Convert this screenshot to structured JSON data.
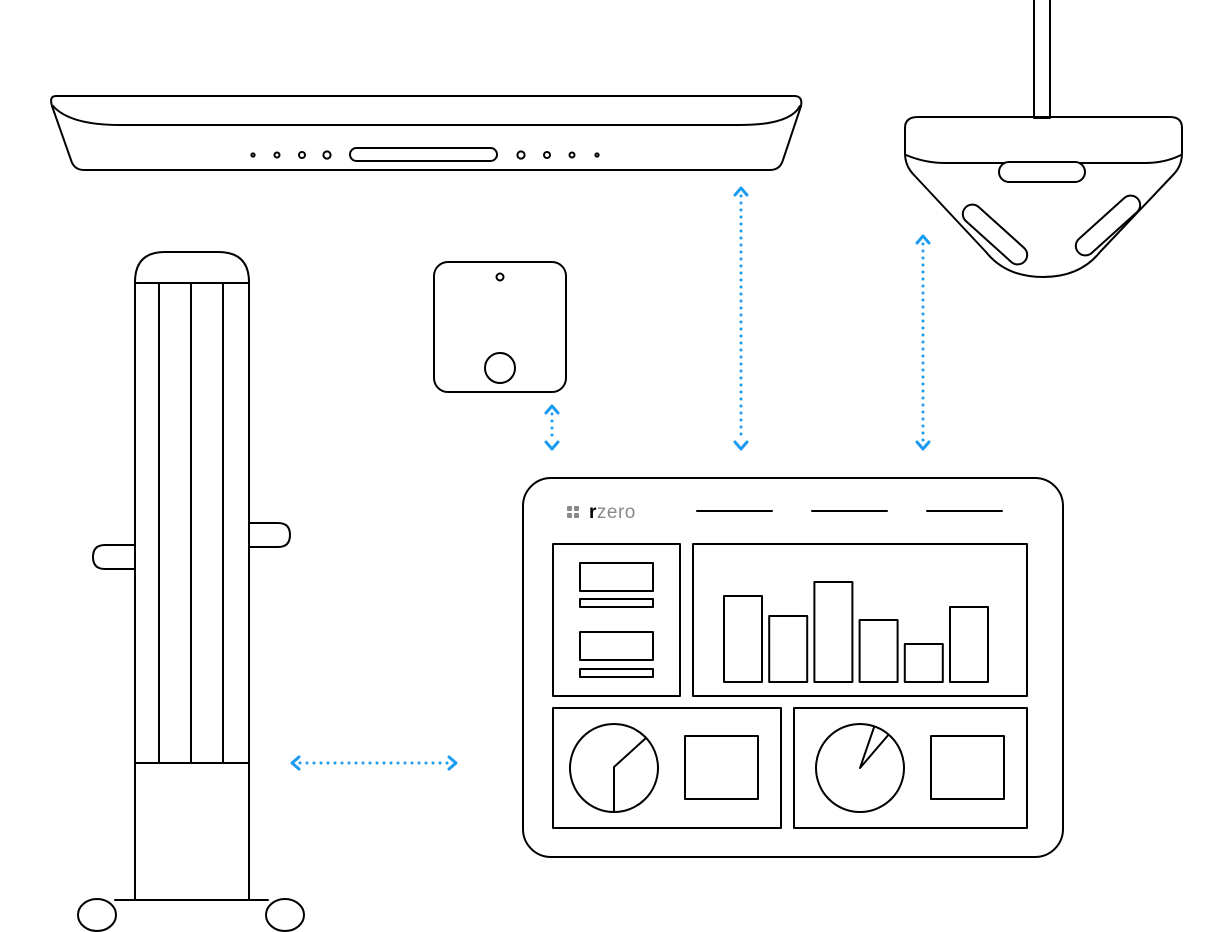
{
  "brand": {
    "name": "rzero"
  },
  "colors": {
    "line": "#000000",
    "arrow": "#1a9bf0",
    "brand_text": "#8a8a8a"
  },
  "devices": [
    {
      "name": "ceiling-light-bar-device"
    },
    {
      "name": "ceiling-pendant-device"
    },
    {
      "name": "wall-sensor-device"
    },
    {
      "name": "mobile-tower-device"
    },
    {
      "name": "dashboard-tablet"
    }
  ],
  "chart_data": [
    {
      "type": "bar",
      "values": [
        86,
        66,
        100,
        62,
        38,
        75
      ]
    },
    {
      "type": "pie",
      "values": [
        0.37,
        0.63
      ]
    },
    {
      "type": "pie",
      "values": [
        0.06,
        0.94
      ]
    }
  ]
}
